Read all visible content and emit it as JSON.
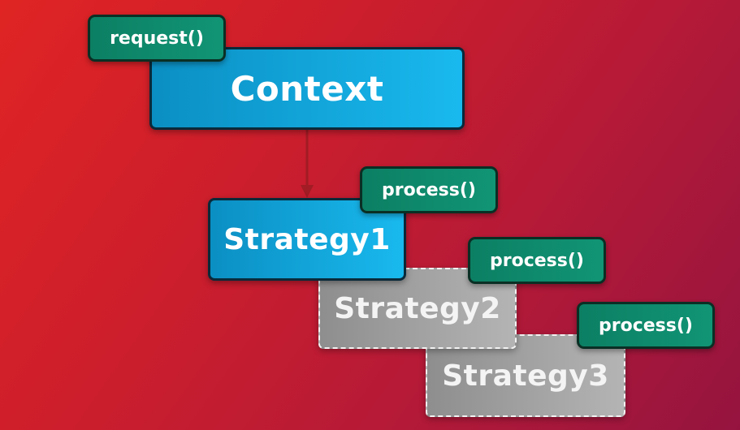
{
  "context": {
    "label": "Context",
    "method": "request()"
  },
  "strategies": [
    {
      "label": "Strategy1",
      "method": "process()"
    },
    {
      "label": "Strategy2",
      "method": "process()"
    },
    {
      "label": "Strategy3",
      "method": "process()"
    }
  ],
  "colors": {
    "background_start": "#e02424",
    "background_end": "#95143f",
    "active_box": "#19b9ee",
    "inactive_box": "#a0a0a0",
    "method_tag": "#119575",
    "arrow": "#a11c24"
  }
}
